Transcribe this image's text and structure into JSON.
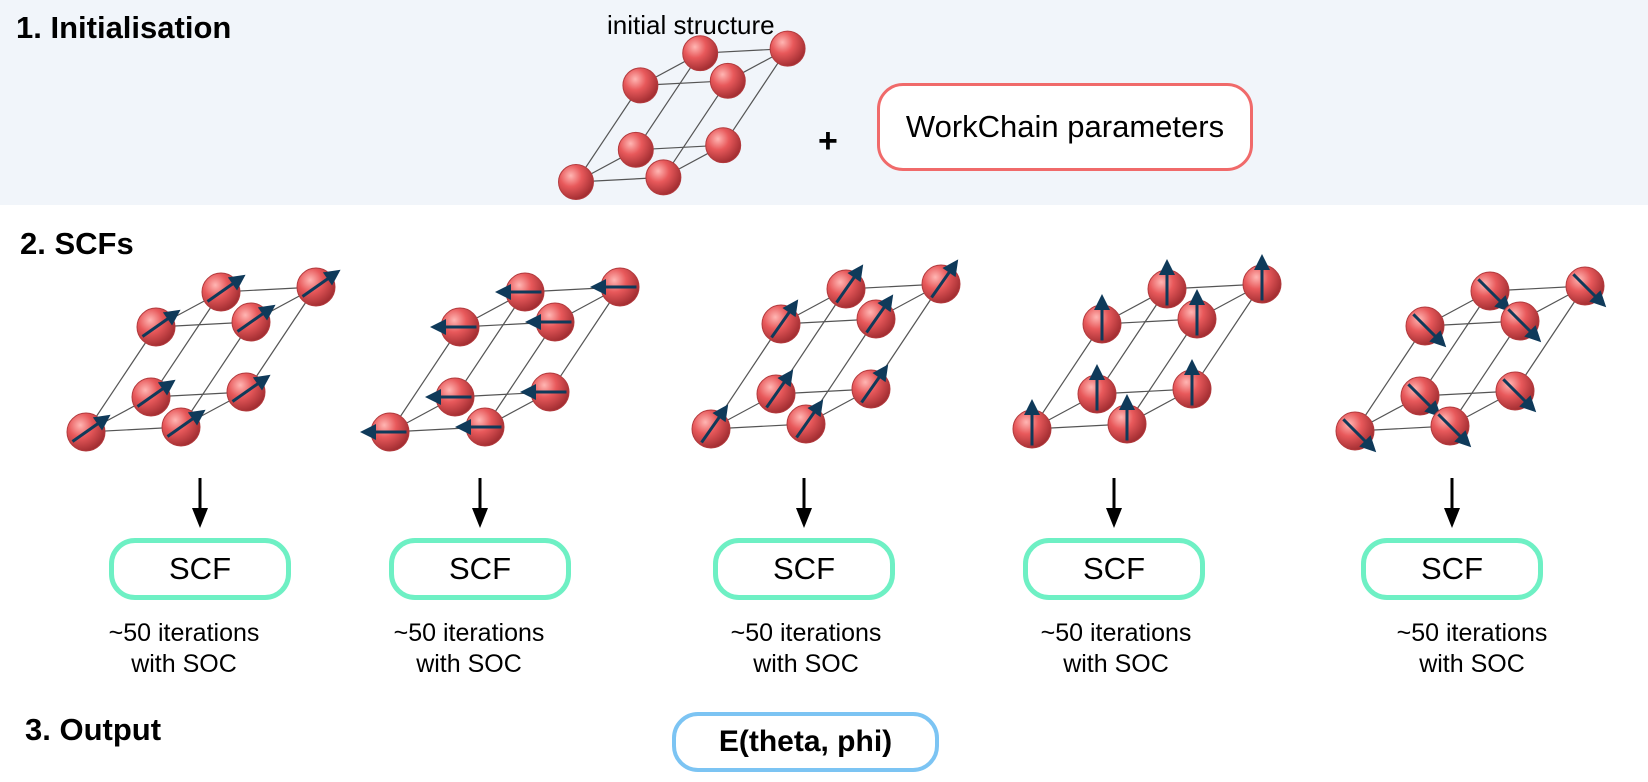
{
  "sections": {
    "init": "1. Initialisation",
    "scfs": "2. SCFs",
    "output": "3. Output"
  },
  "init": {
    "structure_caption": "initial structure",
    "plus": "+",
    "params_label": "WorkChain parameters"
  },
  "scf_columns": [
    {
      "label": "SCF",
      "iter_line1": "~50 iterations",
      "iter_line2": "with SOC",
      "spin": "diagonal"
    },
    {
      "label": "SCF",
      "iter_line1": "~50 iterations",
      "iter_line2": "with SOC",
      "spin": "horizontal"
    },
    {
      "label": "SCF",
      "iter_line1": "~50 iterations",
      "iter_line2": "with SOC",
      "spin": "steep-diagonal"
    },
    {
      "label": "SCF",
      "iter_line1": "~50 iterations",
      "iter_line2": "with SOC",
      "spin": "vertical"
    },
    {
      "label": "SCF",
      "iter_line1": "~50 iterations",
      "iter_line2": "with SOC",
      "spin": "down-diagonal"
    }
  ],
  "output_label": "E(theta, phi)",
  "colors": {
    "band": "#f1f5fa",
    "atom": "#e8595b",
    "spin": "#0f3a5a",
    "params_border": "#f06a6a",
    "scf_border": "#6ef0c4",
    "output_border": "#7cc4f3"
  }
}
